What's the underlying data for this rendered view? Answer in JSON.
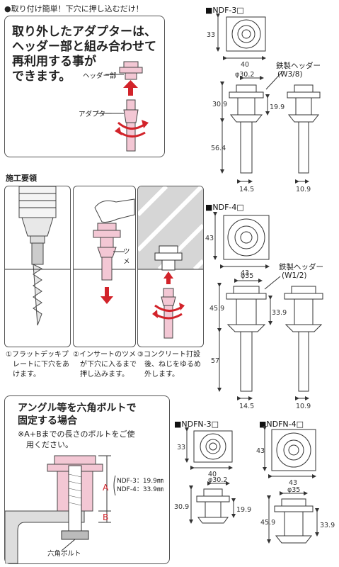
{
  "header_note": "●取り付け簡単！下穴に押し込むだけ！",
  "box1": {
    "text_lines": [
      "取り外したアダプターは、",
      "ヘッダー部と組み合わせて",
      "再利用する事が",
      "できます。"
    ],
    "header_label": "ヘッダー部",
    "adapter_label": "アダプター"
  },
  "procedure": {
    "title": "施工要領",
    "tsume_label": "ツメ",
    "steps": [
      {
        "num": "①",
        "lines": [
          "フラットデッキプ",
          "レートに下穴をあ",
          "けます。"
        ]
      },
      {
        "num": "②",
        "lines": [
          "インサートのツメ",
          "が下穴に入るまで",
          "押し込みます。"
        ]
      },
      {
        "num": "③",
        "lines": [
          "コンクリート打設",
          "後、ねじをゆるめ",
          "外します。"
        ]
      }
    ]
  },
  "box2": {
    "title_lines": [
      "アングル等を六角ボルトで",
      "固定する場合"
    ],
    "note_lines": [
      "※A+Bまでの長さのボルトをご使",
      "用ください。"
    ],
    "label_a": "A",
    "label_b": "B",
    "spec_lines": [
      "NDF-3：19.9㎜",
      "NDF-4：33.9㎜"
    ],
    "bolt_label": "六角ボルト"
  },
  "drawings": {
    "ndf3": {
      "name": "■NDF-3□",
      "dim_side": "33",
      "dim_width": "40",
      "dim_flange": "φ30.2",
      "dim_h1": "30.9",
      "dim_h2": "19.9",
      "dim_h3": "56.4",
      "dim_w1": "14.5",
      "dim_w2": "10.9",
      "header_note": [
        "鉄製ヘッダー",
        "(W3/8)"
      ]
    },
    "ndf4": {
      "name": "■NDF-4□",
      "dim_side": "43",
      "dim_width": "43",
      "dim_flange": "φ35",
      "dim_h1": "45.9",
      "dim_h2": "33.9",
      "dim_h3": "57",
      "dim_w1": "14.5",
      "dim_w2": "10.9",
      "header_note": [
        "鉄製ヘッダー",
        "(W1/2)"
      ]
    },
    "ndfn3": {
      "name": "■NDFN-3□",
      "dim_side": "33",
      "dim_width": "40",
      "dim_flange": "φ30.2",
      "dim_h1": "30.9",
      "dim_h2": "19.9"
    },
    "ndfn4": {
      "name": "■NDFN-4□",
      "dim_side": "43",
      "dim_width": "43",
      "dim_flange": "φ35",
      "dim_h1": "45.9",
      "dim_h2": "33.9"
    }
  }
}
